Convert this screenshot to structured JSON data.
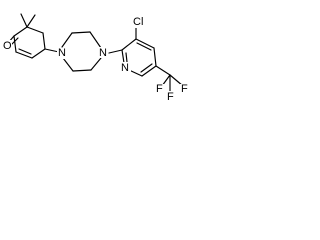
{
  "structure": {
    "atoms": {
      "carbonyl_oxygen": "O",
      "piperazine_n_left": "N",
      "piperazine_n_right": "N",
      "pyridine_n": "N",
      "chloro": "Cl",
      "trifluoromethyl_f_upper_left": "F",
      "trifluoromethyl_f_upper_right": "F",
      "trifluoromethyl_f_lower": "F"
    }
  }
}
